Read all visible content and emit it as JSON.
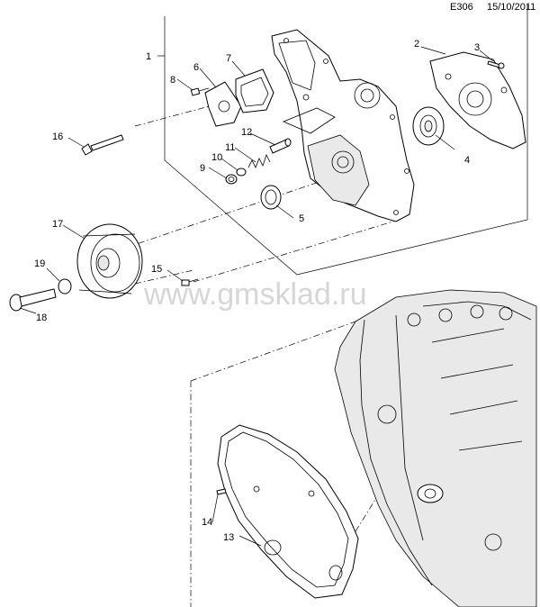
{
  "header": {
    "code": "E306",
    "date": "15/10/2011"
  },
  "watermark": "www.gmsklad.ru",
  "callouts": [
    "1",
    "2",
    "3",
    "4",
    "5",
    "6",
    "7",
    "8",
    "9",
    "10",
    "11",
    "12",
    "13",
    "14",
    "15",
    "16",
    "17",
    "18",
    "19"
  ],
  "colors": {
    "line": "#000000",
    "background": "#ffffff",
    "watermark": "#d6d6d6"
  }
}
